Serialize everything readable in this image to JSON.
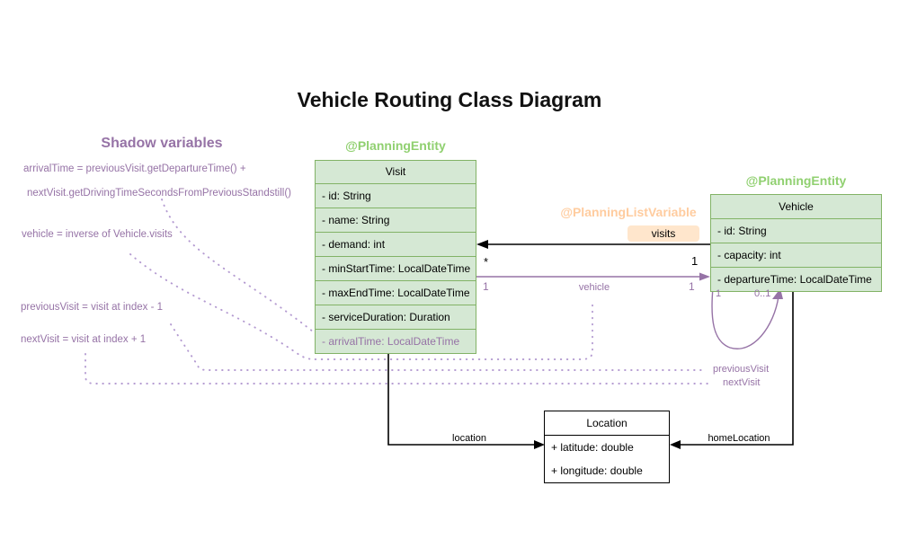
{
  "title": "Vehicle Routing Class Diagram",
  "shadow": {
    "heading": "Shadow variables",
    "arrival_line1": "arrivalTime = previousVisit.getDepartureTime() +",
    "arrival_line2": "nextVisit.getDrivingTimeSecondsFromPreviousStandstill()",
    "vehicle_line": "vehicle = inverse of Vehicle.visits",
    "previous_line": "previousVisit = visit at index - 1",
    "next_line": "nextVisit = visit at index + 1"
  },
  "annotations": {
    "visit_entity": "@PlanningEntity",
    "vehicle_entity": "@PlanningEntity",
    "list_variable": "@PlanningListVariable"
  },
  "classes": {
    "visit": {
      "name": "Visit",
      "fields": [
        "- id: String",
        "- name: String",
        "- demand: int",
        "- minStartTime: LocalDateTime",
        "- maxEndTime: LocalDateTime",
        "- serviceDuration: Duration",
        "- arrivalTime: LocalDateTime"
      ]
    },
    "vehicle": {
      "name": "Vehicle",
      "fields": [
        "- id: String",
        "- capacity: int",
        "- departureTime: LocalDateTime"
      ]
    },
    "location": {
      "name": "Location",
      "fields": [
        "+ latitude: double",
        "+ longitude: double"
      ]
    }
  },
  "edges": {
    "visits": {
      "label": "visits",
      "target_mult": "*",
      "source_mult": "1"
    },
    "vehicle": {
      "label": "vehicle",
      "source_mult": "1",
      "target_mult": "1"
    },
    "location": {
      "label": "location"
    },
    "home_location": {
      "label": "homeLocation"
    },
    "previous_visit": {
      "label": "previousVisit"
    },
    "next_visit": {
      "label": "nextVisit"
    },
    "self_loop": {
      "mult_a": "1",
      "mult_b": "0..1"
    }
  },
  "colors": {
    "green_fill": "#d5e8d4",
    "green_border": "#82b366",
    "green_label": "#90d070",
    "orange_fill": "#ffe6cc",
    "orange_label": "#ffcc9f",
    "purple": "#9673a6",
    "dotted_purple": "#b49bd1",
    "black": "#000000"
  }
}
